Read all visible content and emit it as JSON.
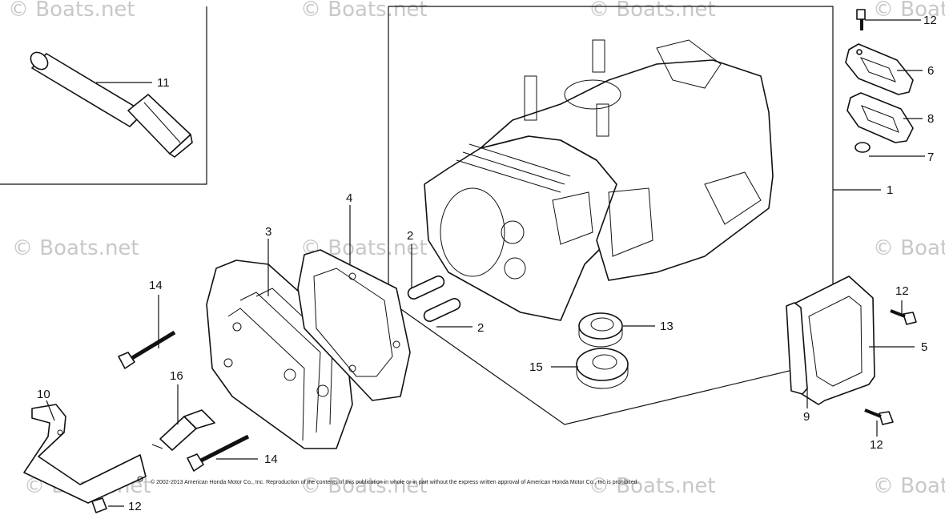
{
  "watermark": {
    "text": "© Boats.net",
    "instances": [
      "© Boats.net",
      "© Boats.net",
      "© Boats.net",
      "© Boats.net",
      "© Boats.net",
      "© Boats.net",
      "© Boats.net",
      "© Boats.net",
      "© Boats.net",
      "© Boats.net",
      "© Boats.net"
    ]
  },
  "callouts": {
    "c1": "1",
    "c2a": "2",
    "c2b": "2",
    "c3": "3",
    "c4": "4",
    "c5": "5",
    "c6": "6",
    "c7": "7",
    "c8": "8",
    "c9": "9",
    "c10": "10",
    "c11": "11",
    "c12a": "12",
    "c12b": "12",
    "c12c": "12",
    "c12d": "12",
    "c13": "13",
    "c14a": "14",
    "c14b": "14",
    "c15": "15",
    "c16": "16"
  },
  "copyright": "© 2002-2013 American Honda Motor Co., Inc. Reproduction of the contents of this publication in whole or in part without the express written approval of American Honda Motor Co., Inc is prohibited.",
  "colors": {
    "line": "#111111",
    "watermark": "#c8c8c8",
    "background": "#ffffff"
  }
}
